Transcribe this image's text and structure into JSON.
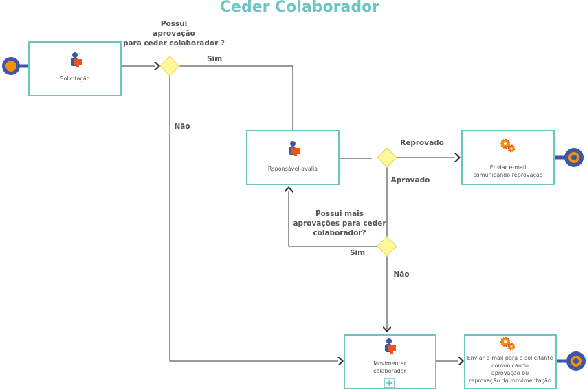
{
  "title": "Ceder Colaborador",
  "tasks": {
    "solicitacao": "Solicitação",
    "avalia": "Rsponsável avalia",
    "reprovacao": [
      "Enviar e-mail",
      "comunicando reprovação"
    ],
    "movimentar": [
      "Movimentar",
      "colaborador"
    ],
    "email_final": [
      "Enviar e-mail para o solicitante",
      "comunicando",
      "aprovação ou",
      "reprovação da movimentação"
    ]
  },
  "gateways": {
    "g1": [
      "Possui",
      "aprovação",
      "para ceder colaborador ?"
    ],
    "g2_yes": "Reprovado",
    "g2_no": "Aprovado",
    "g3": [
      "Possui mais",
      "aprovações para ceder",
      "colaborador?"
    ]
  },
  "flows": {
    "sim1": "Sim",
    "nao1": "Não",
    "sim2": "Sim",
    "nao2": "Não"
  },
  "colors": {
    "accent": "#6cc5c3",
    "event_blue": "#3f55a5",
    "event_orange": "#f39200",
    "gateway": "#fdf99a"
  }
}
